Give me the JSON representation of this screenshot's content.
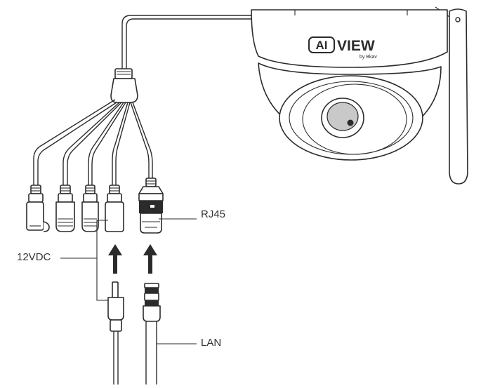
{
  "brand": {
    "logo_left": "AI",
    "logo_right": "VIEW",
    "logo_sub": "by Bkav"
  },
  "labels": {
    "rj45": "RJ45",
    "power": "12VDC",
    "lan": "LAN"
  },
  "colors": {
    "line": "#2b2b2b",
    "label": "#333333",
    "background": "#ffffff"
  },
  "icons": [
    "dome-camera-icon",
    "antenna-icon",
    "dc-jack-icon",
    "bnc-connector-icon",
    "rj45-connector-icon",
    "arrow-up-icon",
    "dc-plug-icon",
    "ethernet-plug-icon"
  ]
}
